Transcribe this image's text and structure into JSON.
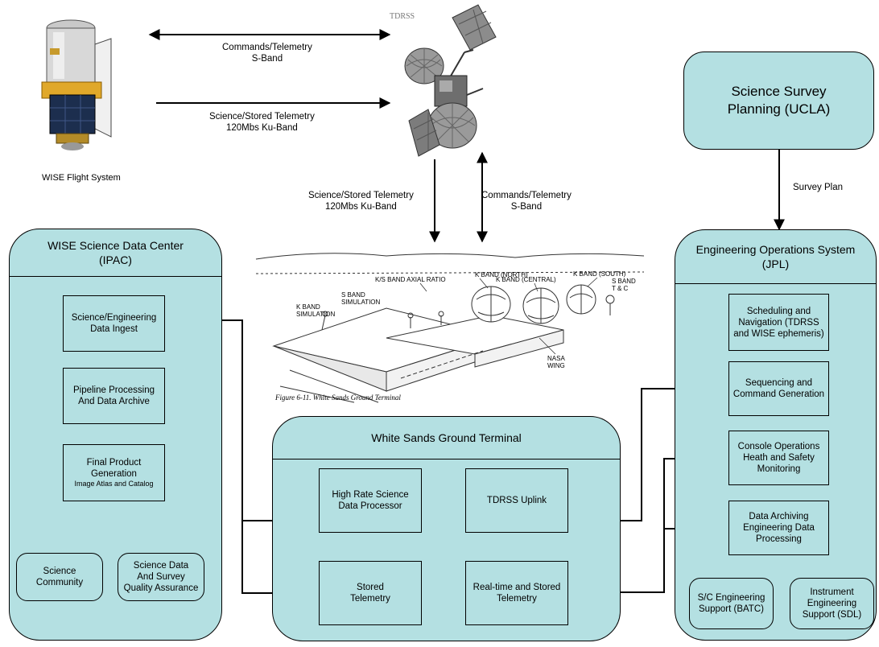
{
  "flight_system": {
    "label": "WISE Flight System"
  },
  "tdrss": {
    "label": "TDRSS"
  },
  "links": {
    "cmd_top": [
      "Commands/Telemetry",
      "S-Band"
    ],
    "sci_top": [
      "Science/Stored Telemetry",
      "120Mbs Ku-Band"
    ],
    "sci_down": [
      "Science/Stored Telemetry",
      "120Mbs Ku-Band"
    ],
    "cmd_down": [
      "Commands/Telemetry",
      "S-Band"
    ],
    "survey_plan": "Survey Plan"
  },
  "survey_planning": {
    "title": [
      "Science Survey",
      "Planning (UCLA)"
    ]
  },
  "ipac": {
    "title": [
      "WISE Science Data Center",
      "(IPAC)"
    ],
    "ingest": [
      "Science/Engineering",
      "Data Ingest"
    ],
    "pipeline": [
      "Pipeline Processing",
      "And Data Archive"
    ],
    "final": [
      "Final Product",
      "Generation"
    ],
    "final_sub": "Image Atlas and Catalog",
    "community": [
      "Science",
      "Community"
    ],
    "qa": [
      "Science Data",
      "And Survey",
      "Quality Assurance"
    ]
  },
  "wsgt": {
    "title": "White Sands Ground Terminal",
    "high_rate": [
      "High Rate Science",
      "Data Processor"
    ],
    "uplink": "TDRSS Uplink",
    "stored": [
      "Stored",
      "Telemetry"
    ],
    "realtime": [
      "Real-time and Stored",
      "Telemetry"
    ]
  },
  "jpl": {
    "title": [
      "Engineering Operations System",
      "(JPL)"
    ],
    "scheduling": [
      "Scheduling and",
      "Navigation (TDRSS",
      "and WISE ephemeris)"
    ],
    "sequencing": [
      "Sequencing and",
      "Command Generation"
    ],
    "console": [
      "Console Operations",
      "Heath and Safety",
      "Monitoring"
    ],
    "archiving": [
      "Data Archiving",
      "Engineering Data",
      "Processing"
    ],
    "sc_support": [
      "S/C Engineering",
      "Support (BATC)"
    ],
    "inst_support": [
      "Instrument",
      "Engineering",
      "Support (SDL)"
    ]
  },
  "ground_terminal_figure": {
    "caption": "Figure 6-11.  White Sands Ground Terminal",
    "labels": {
      "k_north": "K BAND (NORTH)",
      "ks_axial": "K/S BAND AXIAL RATIO",
      "k_central": "K BAND (CENTRAL)",
      "k_south": "K BAND (SOUTH)",
      "s_band_tc": [
        "S BAND",
        "T & C"
      ],
      "s_band_sim": [
        "S BAND",
        "SIMULATION"
      ],
      "k_band_sim": [
        "K BAND",
        "SIMULATION"
      ],
      "nasa_wing": [
        "NASA",
        "WING"
      ]
    }
  },
  "colors": {
    "panel_fill": "#b4e0e2",
    "line": "#000000"
  }
}
